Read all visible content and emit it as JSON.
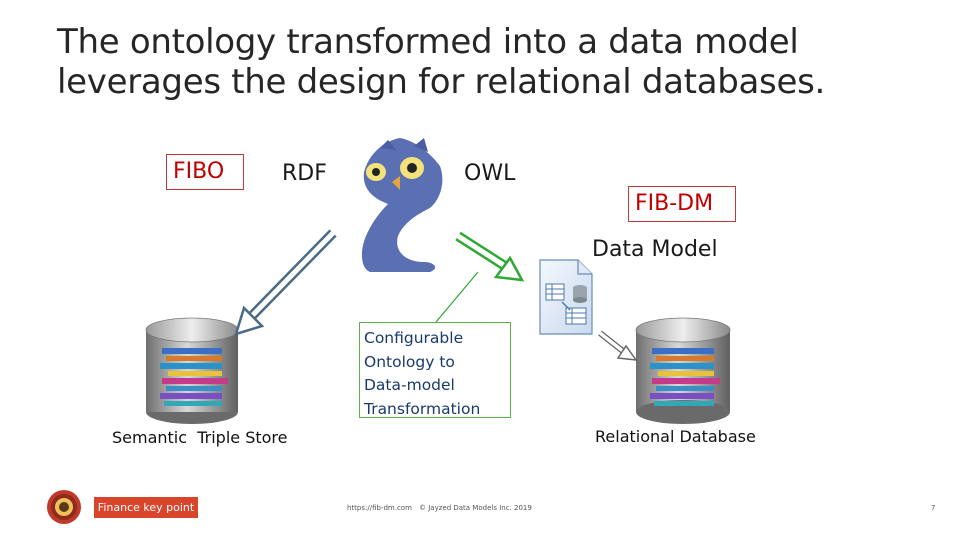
{
  "title": {
    "line1": "The ontology transformed into a data model",
    "line2": "leverages the design for relational databases."
  },
  "labels": {
    "fibo": "FIBO",
    "rdf": "RDF",
    "owl": "OWL",
    "fibdm": "FIB-DM",
    "data_model": "Data Model"
  },
  "transformation": {
    "lines": [
      "Configurable",
      "Ontology to",
      "Data-model",
      "Transformation"
    ]
  },
  "captions": {
    "left_db": "Semantic  Triple Store",
    "right_db": "Relational Database"
  },
  "footer": {
    "tag": "Finance key point",
    "url": "https://fib-dm.com",
    "copyright": "© Jayzed Data Models Inc. 2019",
    "page_number": "7"
  },
  "icons": {
    "owl": "owl-icon",
    "database_left": "database-icon",
    "database_right": "database-icon",
    "data_model_file": "data-model-file-icon",
    "seal": "company-seal-icon"
  },
  "colors": {
    "accent_red": "#c00000",
    "arrow_blue": "#4b6a86",
    "arrow_green": "#2fa836",
    "owl_blue": "#5b6fb3",
    "footer_tag": "#d9452b"
  }
}
